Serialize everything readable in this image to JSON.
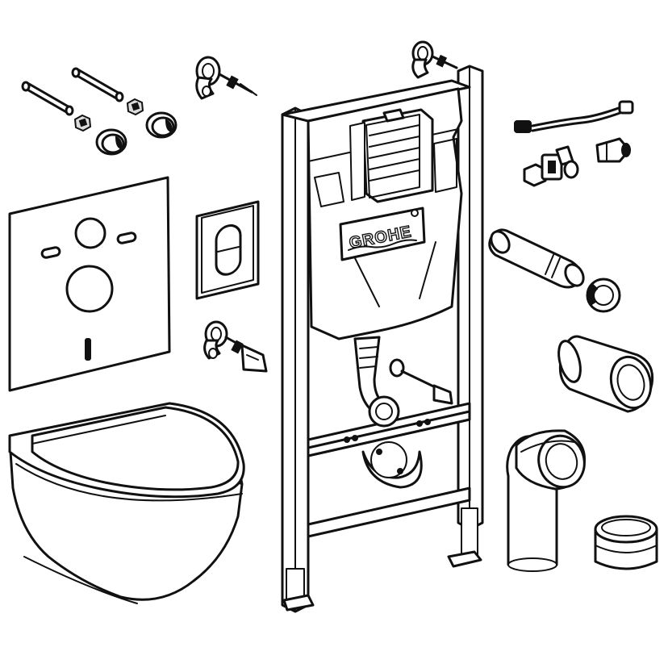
{
  "figure": {
    "brand_label": "GROHE",
    "line_color": "#111111",
    "background_color": "#ffffff"
  },
  "components": [
    {
      "name": "wall-hung-toilet-bowl"
    },
    {
      "name": "soft-close-seat"
    },
    {
      "name": "sound-insulation-mat"
    },
    {
      "name": "flush-plate"
    },
    {
      "name": "installation-frame"
    },
    {
      "name": "concealed-cistern"
    },
    {
      "name": "mounting-bolts"
    },
    {
      "name": "wall-brackets"
    },
    {
      "name": "water-supply-hose"
    },
    {
      "name": "angle-valve"
    },
    {
      "name": "flush-pipe"
    },
    {
      "name": "flush-pipe-seal"
    },
    {
      "name": "drain-connector"
    },
    {
      "name": "drain-elbow"
    },
    {
      "name": "pipe-cap"
    }
  ]
}
